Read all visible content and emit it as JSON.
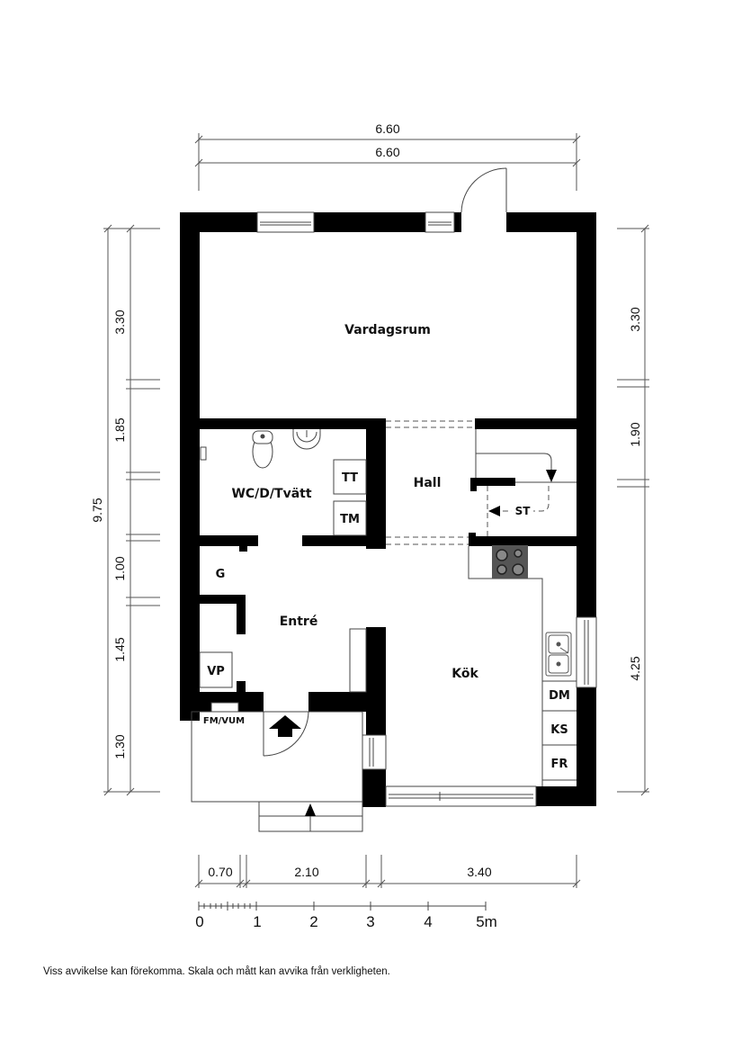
{
  "dimensions": {
    "top": [
      "6.60",
      "6.60"
    ],
    "left_total": "9.75",
    "left_segments": [
      "3.30",
      "1.85",
      "1.00",
      "1.45",
      "1.30"
    ],
    "right_segments": [
      "3.30",
      "1.90",
      "4.25"
    ],
    "bottom_segments": [
      "0.70",
      "2.10",
      "3.40"
    ]
  },
  "rooms": {
    "vardagsrum": "Vardagsrum",
    "wc": "WC/D/Tvätt",
    "hall": "Hall",
    "entre": "Entré",
    "kok": "Kök"
  },
  "appliances": {
    "tt": "TT",
    "tm": "TM",
    "g": "G",
    "vp": "VP",
    "fm_vum": "FM/VUM",
    "st": "ST",
    "dm": "DM",
    "ks": "KS",
    "fr": "FR"
  },
  "scale": {
    "ticks": [
      "0",
      "1",
      "2",
      "3",
      "4",
      "5m"
    ]
  },
  "footer": {
    "disclaimer": "Viss avvikelse kan förekomma. Skala och mått kan avvika från verkligheten."
  },
  "colors": {
    "wall": "#000000",
    "line": "#444444",
    "stove": "#555555"
  }
}
